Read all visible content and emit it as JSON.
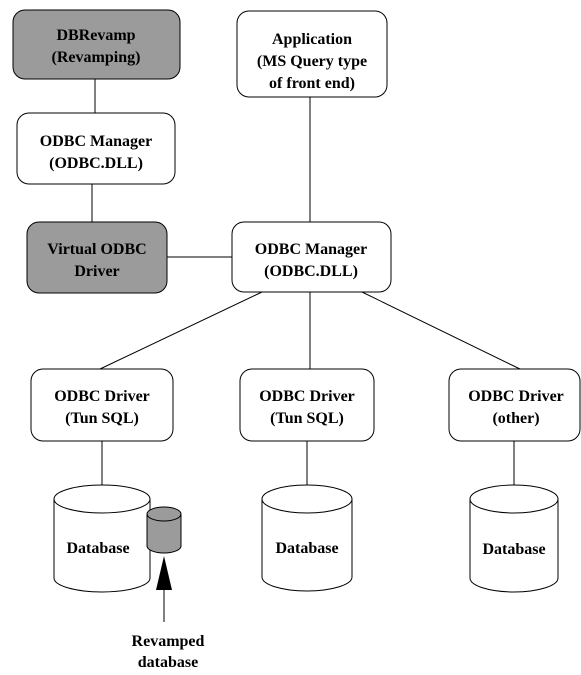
{
  "colors": {
    "highlight_fill": "#9b9b9b",
    "box_fill": "#ffffff",
    "stroke": "#000000",
    "arrow": "#000000"
  },
  "nodes": {
    "dbrevamp": {
      "line1": "DBRevamp",
      "line2": "(Revamping)"
    },
    "odbc_manager_left": {
      "line1": "ODBC Manager",
      "line2": "(ODBC.DLL)"
    },
    "virtual_odbc_driver": {
      "line1": "Virtual ODBC",
      "line2": "Driver"
    },
    "application": {
      "line1": "Application",
      "line2": "(MS Query type",
      "line3": "of front end)"
    },
    "odbc_manager_center": {
      "line1": "ODBC Manager",
      "line2": "(ODBC.DLL)"
    },
    "odbc_driver_1": {
      "line1": "ODBC Driver",
      "line2": "(Tun SQL)"
    },
    "odbc_driver_2": {
      "line1": "ODBC Driver",
      "line2": "(Tun SQL)"
    },
    "odbc_driver_3": {
      "line1": "ODBC Driver",
      "line2": "(other)"
    }
  },
  "databases": {
    "db1": "Database",
    "db2": "Database",
    "db3": "Database"
  },
  "annotation": {
    "line1": "Revamped",
    "line2": "database"
  }
}
